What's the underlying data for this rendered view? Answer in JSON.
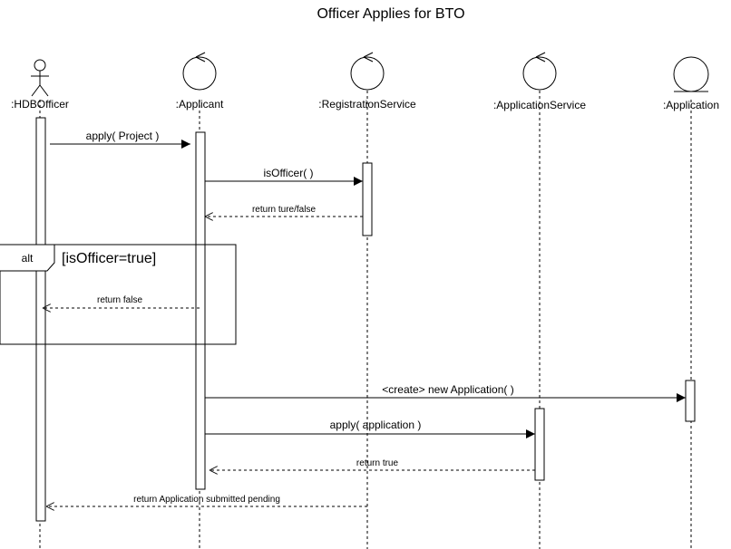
{
  "title": "Officer Applies for BTO",
  "participants": {
    "officer": ":HDBOfficer",
    "applicant": ":Applicant",
    "registration_service": ":RegistrationService",
    "application_service": ":ApplicationService",
    "application": ":Application"
  },
  "messages": {
    "apply_project": "apply( Project )",
    "is_officer": "isOfficer( )",
    "return_true_false": "return ture/false",
    "return_false": "return false",
    "create_application": "<create> new Application( )",
    "apply_application": "apply( application )",
    "return_true": "return true",
    "return_submitted": "return Application submitted pending"
  },
  "alt_fragment": {
    "operator": "alt",
    "guard": "[isOfficer=true]"
  }
}
